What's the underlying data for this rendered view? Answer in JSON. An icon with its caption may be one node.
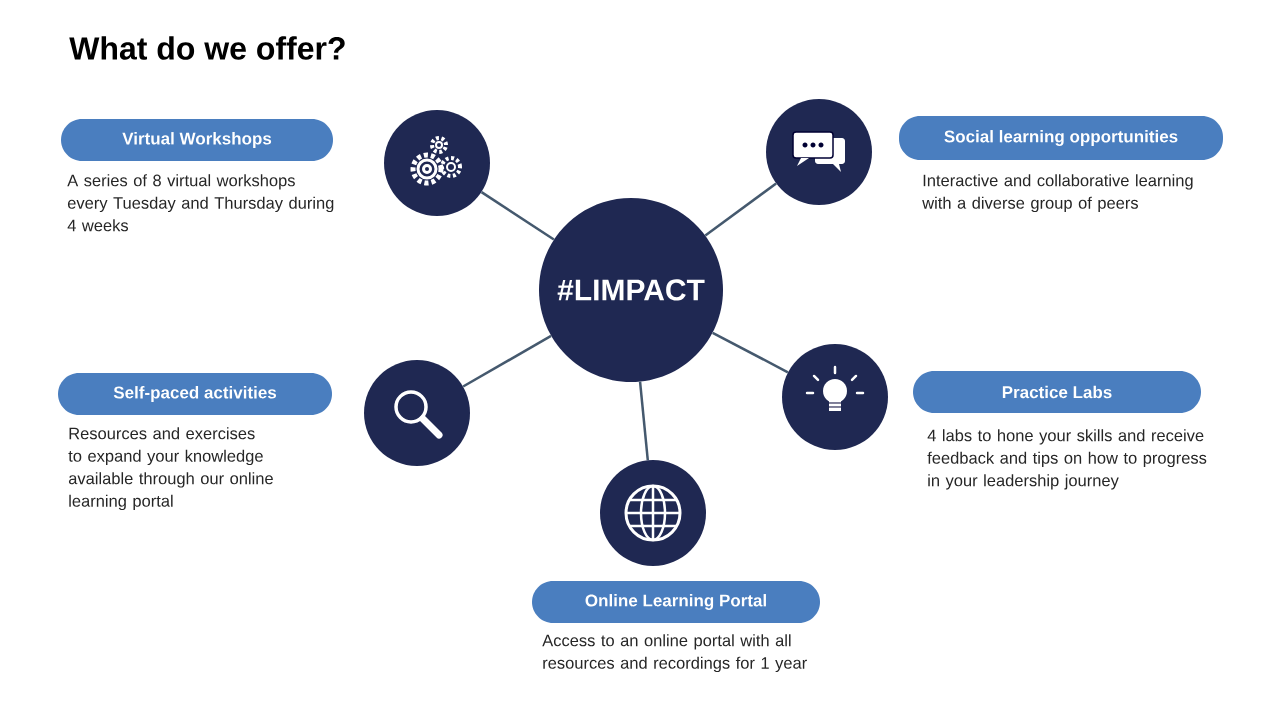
{
  "diagram": {
    "title": "What do we offer?",
    "nodes": [
      {
        "text": [
          "Virtual Workshops"
        ],
        "beside": [
          "A series of 8 virtual workshops every Tuesday and Thursday during 4 weeks"
        ]
      },
      {
        "text": [],
        "shape": "circle"
      },
      {
        "text": [],
        "shape": "circle"
      },
      {
        "text": [
          "Social learning opportunities"
        ],
        "beside": [
          "Interactive and collaborative learning with a diverse group of peers"
        ]
      },
      {
        "text": [
          "#LIMPACT"
        ]
      },
      {
        "text": [
          "Self-paced activities"
        ],
        "beside": [
          "Resources and exercises to expand your knowledge available through our online learning portal"
        ]
      },
      {
        "text": [],
        "shape": "circle"
      },
      {
        "text": [],
        "shape": "circle"
      },
      {
        "text": [
          "Practice Labs"
        ],
        "beside": [
          "4 labs to hone your skills and receive feedback and tips on how to progress in your leadership journey"
        ]
      },
      {
        "text": [],
        "shape": "circle"
      },
      {
        "text": [
          "Online Learning Portal"
        ],
        "beside": [
          "Access to an online portal with all resources and recordings for 1 year"
        ]
      }
    ],
    "edges": [
      {
        "from": 4,
        "to": 1,
        "arrow": "none"
      },
      {
        "from": 4,
        "to": 2,
        "arrow": "none"
      },
      {
        "from": 4,
        "to": 6,
        "arrow": "none"
      },
      {
        "from": 4,
        "to": 7,
        "arrow": "none"
      },
      {
        "from": 4,
        "to": 9,
        "arrow": "none"
      }
    ]
  }
}
